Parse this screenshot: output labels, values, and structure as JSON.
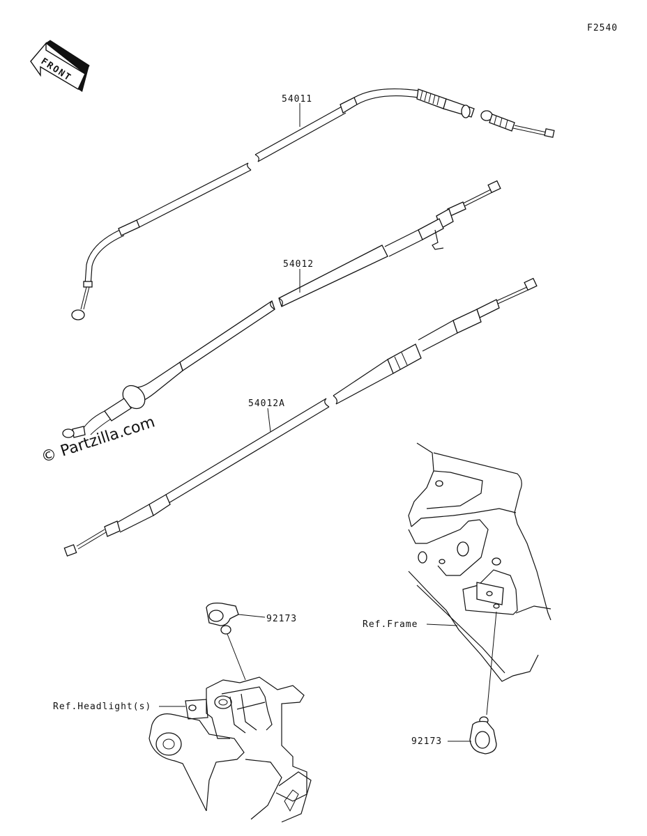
{
  "figure_code": "F2540",
  "orientation_label": "FRONT",
  "watermark": "© Partzilla.com",
  "callouts": {
    "throttle_cable_top": "54011",
    "cable_middle": "54012",
    "cable_lower": "54012A",
    "clamp_upper": "92173",
    "clamp_lower": "92173",
    "ref_headlight": "Ref.Headlight(s)",
    "ref_frame": "Ref.Frame"
  }
}
